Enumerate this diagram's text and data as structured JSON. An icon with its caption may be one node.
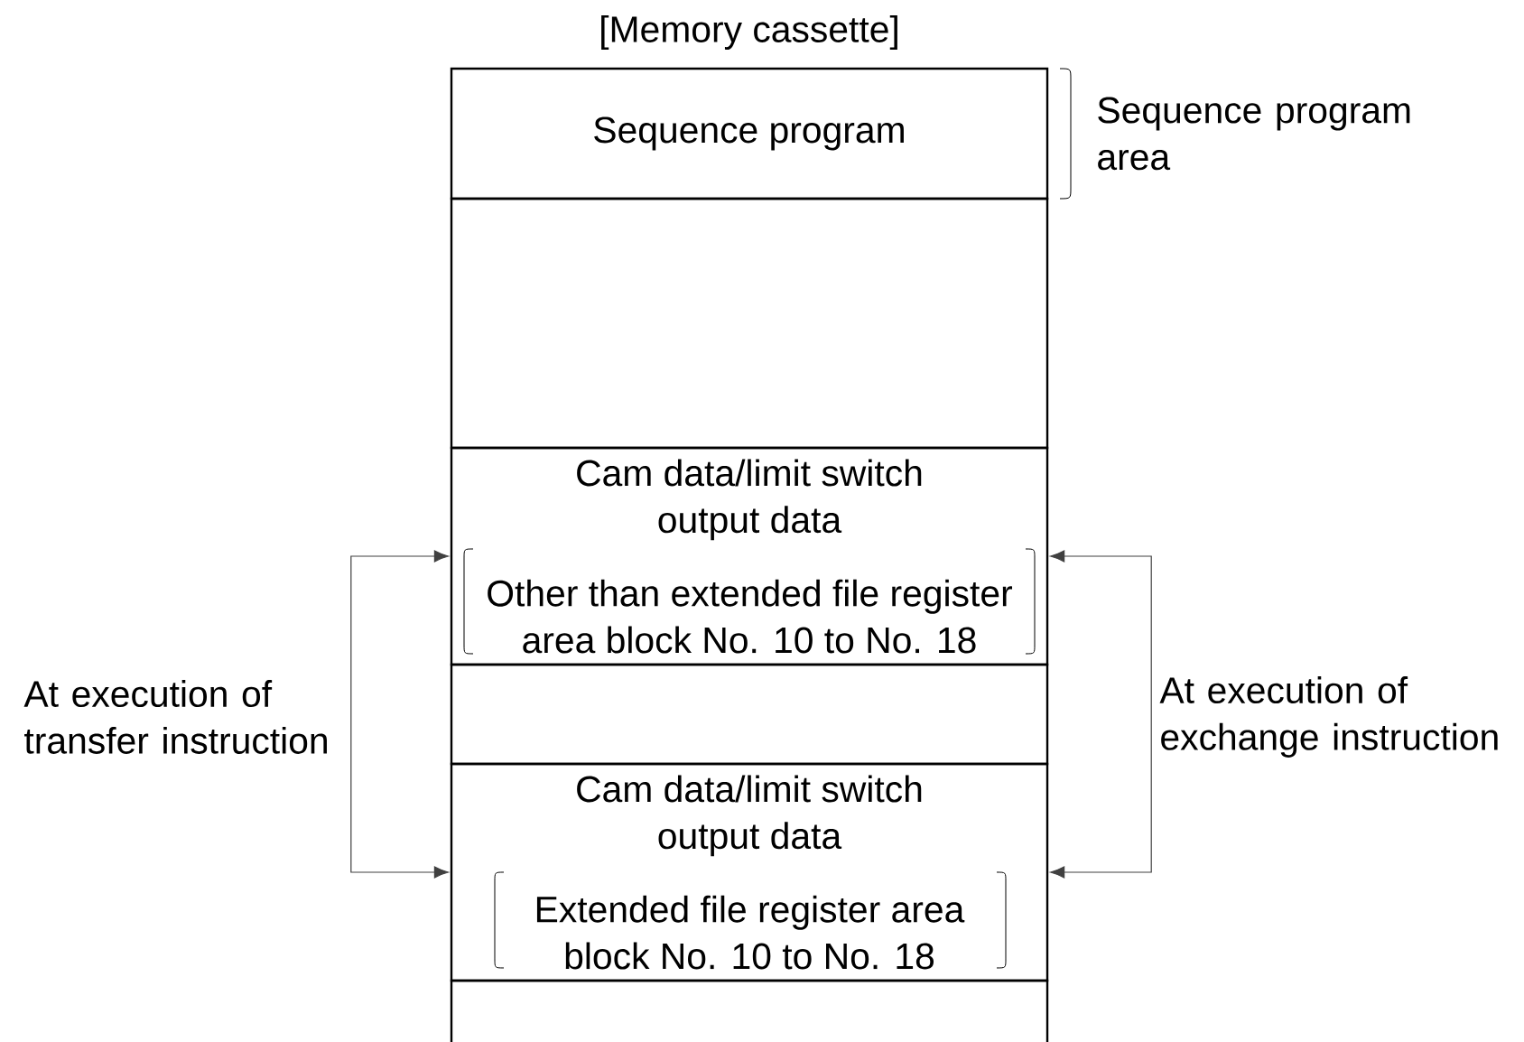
{
  "diagram": {
    "title": "[Memory cassette]",
    "nodes": [
      {
        "text": [
          "Sequence program"
        ],
        "beside": [
          "Sequence program area"
        ]
      },
      {
        "text": [],
        "shape": "box"
      },
      {
        "text": [
          "Cam data/limit switch output data",
          "Other than extended file register area block No. 10 to No. 18"
        ]
      },
      {
        "text": [],
        "shape": "box"
      },
      {
        "text": [
          "Cam data/limit switch output data",
          "Extended file register area block No. 10 to No. 18"
        ]
      },
      {
        "text": [],
        "shape": "box"
      }
    ],
    "edges": [
      {
        "from": 2,
        "to": 4,
        "arrow": "both",
        "label": "At execution of transfer instruction"
      },
      {
        "from": 2,
        "to": 4,
        "arrow": "both",
        "label": "At execution of exchange instruction"
      }
    ]
  }
}
